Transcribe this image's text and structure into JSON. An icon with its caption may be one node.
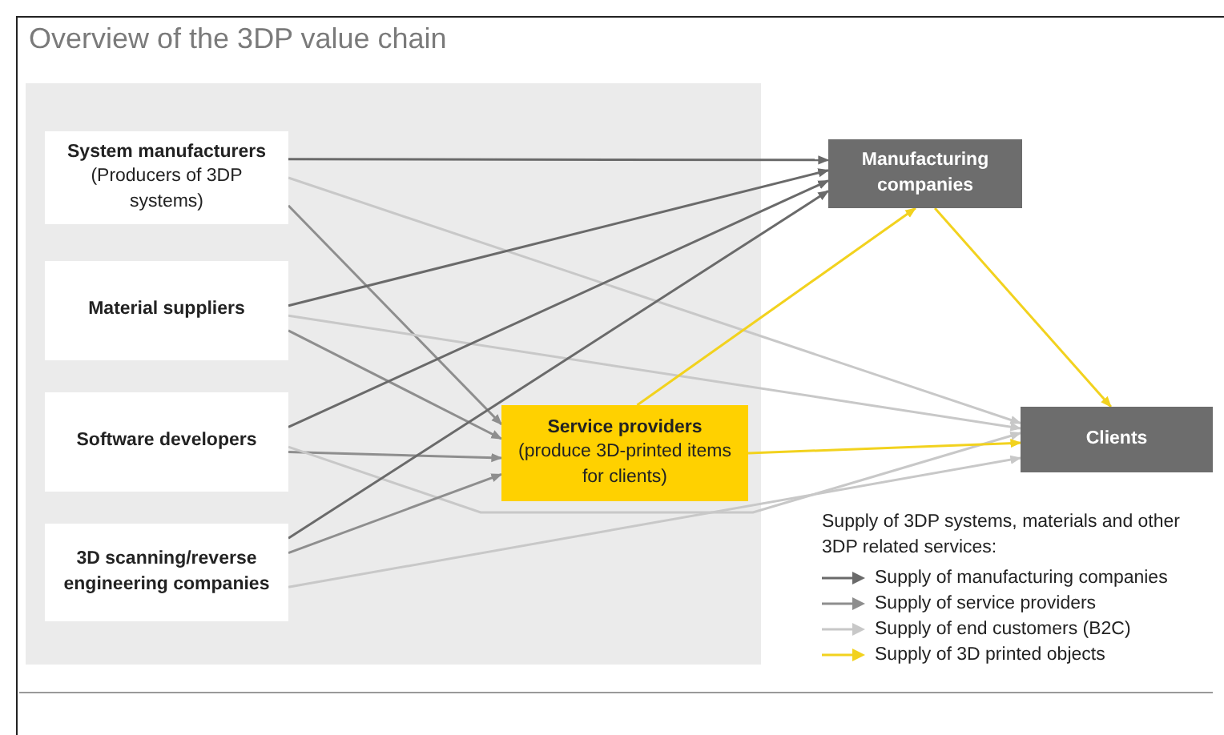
{
  "diagram": {
    "title": "Overview of the 3DP value chain",
    "nodes": [
      {
        "text": [],
        "shape": "box"
      },
      {
        "text": [
          "System manufacturers",
          "(Producers of 3DP systems)"
        ],
        "in": 0
      },
      {
        "text": [
          "Material suppliers"
        ],
        "in": 0
      },
      {
        "text": [
          "Software developers"
        ],
        "in": 0
      },
      {
        "text": [
          "3D scanning/reverse engineering companies"
        ],
        "in": 0
      },
      {
        "text": [
          "Service providers",
          "(produce 3D-printed items for clients)"
        ],
        "in": 0
      },
      {
        "text": [
          "Manufacturing companies"
        ]
      },
      {
        "text": [
          "Clients"
        ]
      }
    ],
    "edges": [
      {
        "from": 1,
        "to": 6,
        "arrow": "to",
        "color": "#6a6a6a"
      },
      {
        "from": 1,
        "to": 5,
        "arrow": "to",
        "color": "#8e8e8e"
      },
      {
        "from": 1,
        "to": 7,
        "arrow": "to",
        "color": "#c8c8c8"
      },
      {
        "from": 2,
        "to": 6,
        "arrow": "to",
        "color": "#6a6a6a"
      },
      {
        "from": 2,
        "to": 5,
        "arrow": "to",
        "color": "#8e8e8e"
      },
      {
        "from": 2,
        "to": 7,
        "arrow": "to",
        "color": "#c8c8c8"
      },
      {
        "from": 3,
        "to": 6,
        "arrow": "to",
        "color": "#6a6a6a"
      },
      {
        "from": 3,
        "to": 5,
        "arrow": "to",
        "color": "#8e8e8e"
      },
      {
        "from": 3,
        "to": 7,
        "arrow": "to",
        "color": "#c8c8c8"
      },
      {
        "from": 4,
        "to": 6,
        "arrow": "to",
        "color": "#6a6a6a"
      },
      {
        "from": 4,
        "to": 5,
        "arrow": "to",
        "color": "#8e8e8e"
      },
      {
        "from": 4,
        "to": 7,
        "arrow": "to",
        "color": "#c8c8c8"
      },
      {
        "from": 5,
        "to": 6,
        "arrow": "to",
        "color": "#f2d21e"
      },
      {
        "from": 5,
        "to": 7,
        "arrow": "to",
        "color": "#f2d21e"
      },
      {
        "from": 6,
        "to": 7,
        "arrow": "to",
        "color": "#f2d21e"
      }
    ],
    "labels": [
      "Supply of 3DP systems, materials and other 3DP related services:"
    ],
    "legend": [
      {
        "text": "Supply of manufacturing companies"
      },
      {
        "text": "Supply of service providers"
      },
      {
        "text": "Supply of end customers (B2C)"
      },
      {
        "text": "Supply of 3D printed objects"
      }
    ]
  }
}
